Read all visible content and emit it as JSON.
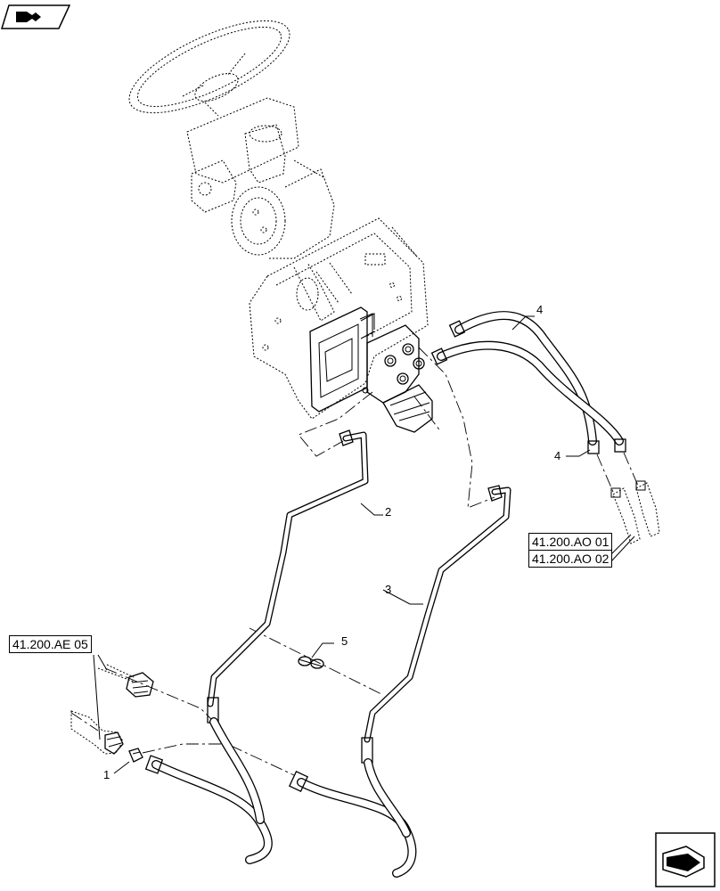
{
  "callouts": {
    "item_1": "1",
    "item_2": "2",
    "item_3": "3",
    "item_4a": "4",
    "item_4b": "4",
    "item_5": "5"
  },
  "references": {
    "ref_ao01": "41.200.AO 01",
    "ref_ao02": "41.200.AO 02",
    "ref_ae05": "41.200.AE 05"
  },
  "icons": {
    "top_left": "page-flip-icon",
    "bottom_right": "next-page-arrow-icon"
  }
}
